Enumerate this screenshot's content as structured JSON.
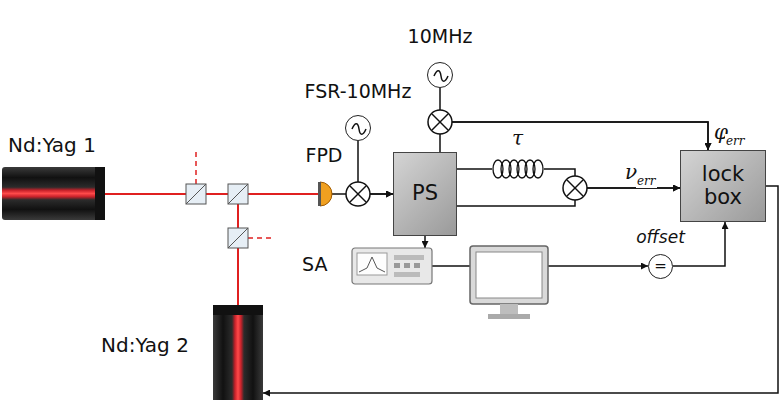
{
  "diagram": {
    "nodes": [
      {
        "text": [
          "Nd:Yag 1"
        ]
      },
      {
        "text": [
          "Nd:Yag 2"
        ]
      },
      {
        "text": [
          "FPD"
        ]
      },
      {
        "text": [
          "PS"
        ]
      },
      {
        "text": [
          "lock box"
        ]
      },
      {
        "text": [
          "SA"
        ]
      },
      {
        "text": [
          "FSR-10MHz"
        ]
      },
      {
        "text": [
          "10MHz"
        ]
      },
      {
        "text": [
          "=",
          "offset"
        ]
      }
    ],
    "edges": [
      {
        "from": 0,
        "to": 2,
        "arrow": "none"
      },
      {
        "from": 1,
        "to": 2,
        "arrow": "none"
      },
      {
        "from": 2,
        "to": 3,
        "arrow": "to"
      },
      {
        "from": 6,
        "to": 3,
        "arrow": "to"
      },
      {
        "from": 7,
        "to": 4,
        "arrow": "to"
      },
      {
        "from": 3,
        "to": 4,
        "arrow": "to"
      },
      {
        "from": 3,
        "to": 4,
        "arrow": "to"
      },
      {
        "from": 3,
        "to": 4,
        "arrow": "to"
      },
      {
        "from": 3,
        "to": 5,
        "arrow": "to"
      },
      {
        "from": 5,
        "to": 8,
        "arrow": "to"
      },
      {
        "from": 8,
        "to": 4,
        "arrow": "to"
      },
      {
        "from": 4,
        "to": 1,
        "arrow": "to"
      }
    ],
    "labels": [
      "τ",
      "ν",
      "err",
      "φ",
      "err"
    ]
  }
}
